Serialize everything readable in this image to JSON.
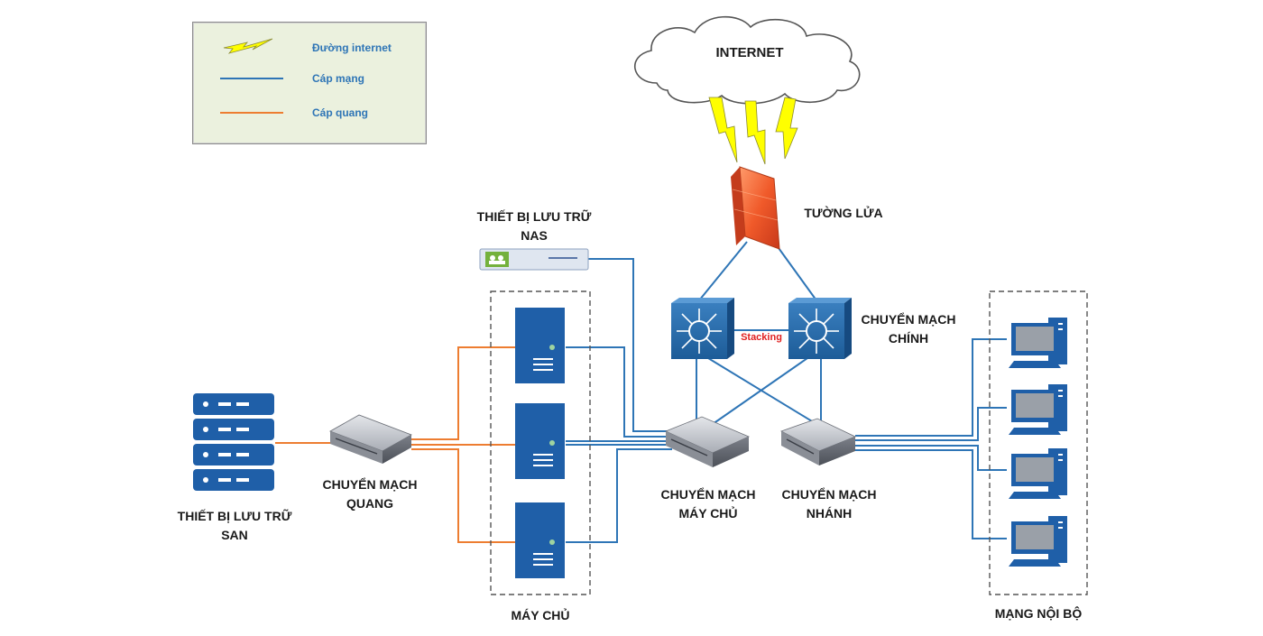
{
  "legend": {
    "internet_label": "Đường internet",
    "cable_label": "Cáp mạng",
    "fiber_label": "Cáp quang"
  },
  "colors": {
    "network_cable": "#2e75b6",
    "fiber_cable": "#ed7d31",
    "lightning": "#ffff00",
    "firewall": "#e8542e",
    "device_blue": "#1f5fa8",
    "legend_bg": "#ebf1de"
  },
  "nodes": {
    "internet": "INTERNET",
    "firewall": "TƯỜNG LỬA",
    "core_switch": {
      "line1": "CHUYỂN MẠCH",
      "line2": "CHÍNH"
    },
    "stacking": "Stacking",
    "nas": {
      "line1": "THIẾT BỊ LƯU TRỮ",
      "line2": "NAS"
    },
    "san": {
      "line1": "THIẾT BỊ LƯU TRỮ",
      "line2": "SAN"
    },
    "fiber_switch": {
      "line1": "CHUYỂN MẠCH",
      "line2": "QUANG"
    },
    "server_switch": {
      "line1": "CHUYỂN MẠCH",
      "line2": "MÁY CHỦ"
    },
    "branch_switch": {
      "line1": "CHUYỂN MẠCH",
      "line2": "NHÁNH"
    },
    "servers_group": "MÁY CHỦ",
    "lan_group": "MẠNG NỘI BỘ"
  }
}
